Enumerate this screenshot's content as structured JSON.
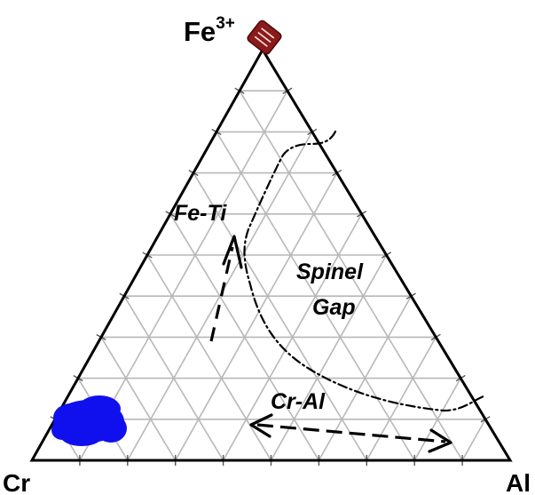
{
  "diagram": {
    "type": "ternary",
    "vertices": {
      "top": {
        "label": "Fe",
        "superscript": "3+"
      },
      "left": {
        "label": "Cr"
      },
      "right": {
        "label": "Al"
      }
    },
    "grid_divisions": 10,
    "field_labels": {
      "fe_ti": "Fe-Ti",
      "spinel_gap_line1": "Spinel",
      "spinel_gap_line2": "Gap",
      "cr_al": "Cr-Al"
    },
    "colors": {
      "grid": "#b8b8b8",
      "frame": "#000000",
      "magnetite_marker": "#8b1a1a",
      "sample_cluster": "#1010ee",
      "boundary": "#000000",
      "trend_arrow": "#000000"
    },
    "symbols": {
      "magnetite_marker": "square",
      "sample_cluster": "filled-blob",
      "spinel_gap_boundary": "dash-dot-curve",
      "fe_ti_trend": "dashed-arrow",
      "cr_al_trend": "double-headed-dashed-arrow"
    }
  }
}
